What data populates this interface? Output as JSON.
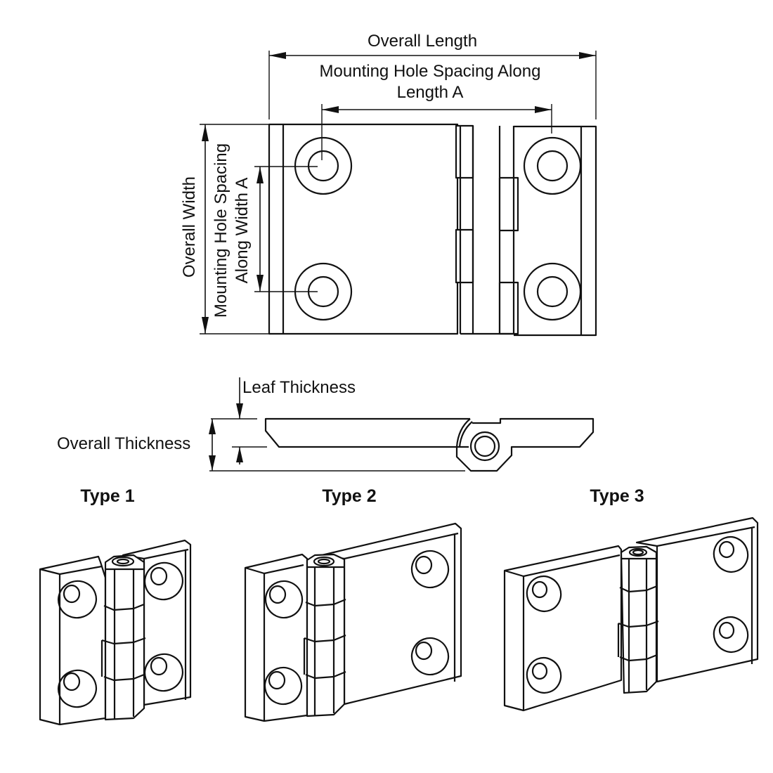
{
  "title": "Hinge Dimension Diagram",
  "top_view": {
    "labels": {
      "overall_length": "Overall Length",
      "hole_spacing_length_line1": "Mounting Hole Spacing Along",
      "hole_spacing_length_line2": "Length A",
      "overall_width": "Overall Width",
      "hole_spacing_width_line1": "Mounting Hole Spacing",
      "hole_spacing_width_line2": "Along Width A"
    }
  },
  "side_view": {
    "labels": {
      "leaf_thickness": "Leaf Thickness",
      "overall_thickness": "Overall Thickness"
    }
  },
  "types": [
    {
      "label": "Type 1",
      "description": "Equal short leaves, 2 holes per leaf"
    },
    {
      "label": "Type 2",
      "description": "Short left leaf, long right leaf, 2 holes per leaf"
    },
    {
      "label": "Type 3",
      "description": "Equal long leaves, 2 holes per leaf"
    }
  ],
  "colors": {
    "line": "#111111",
    "background": "#ffffff"
  }
}
